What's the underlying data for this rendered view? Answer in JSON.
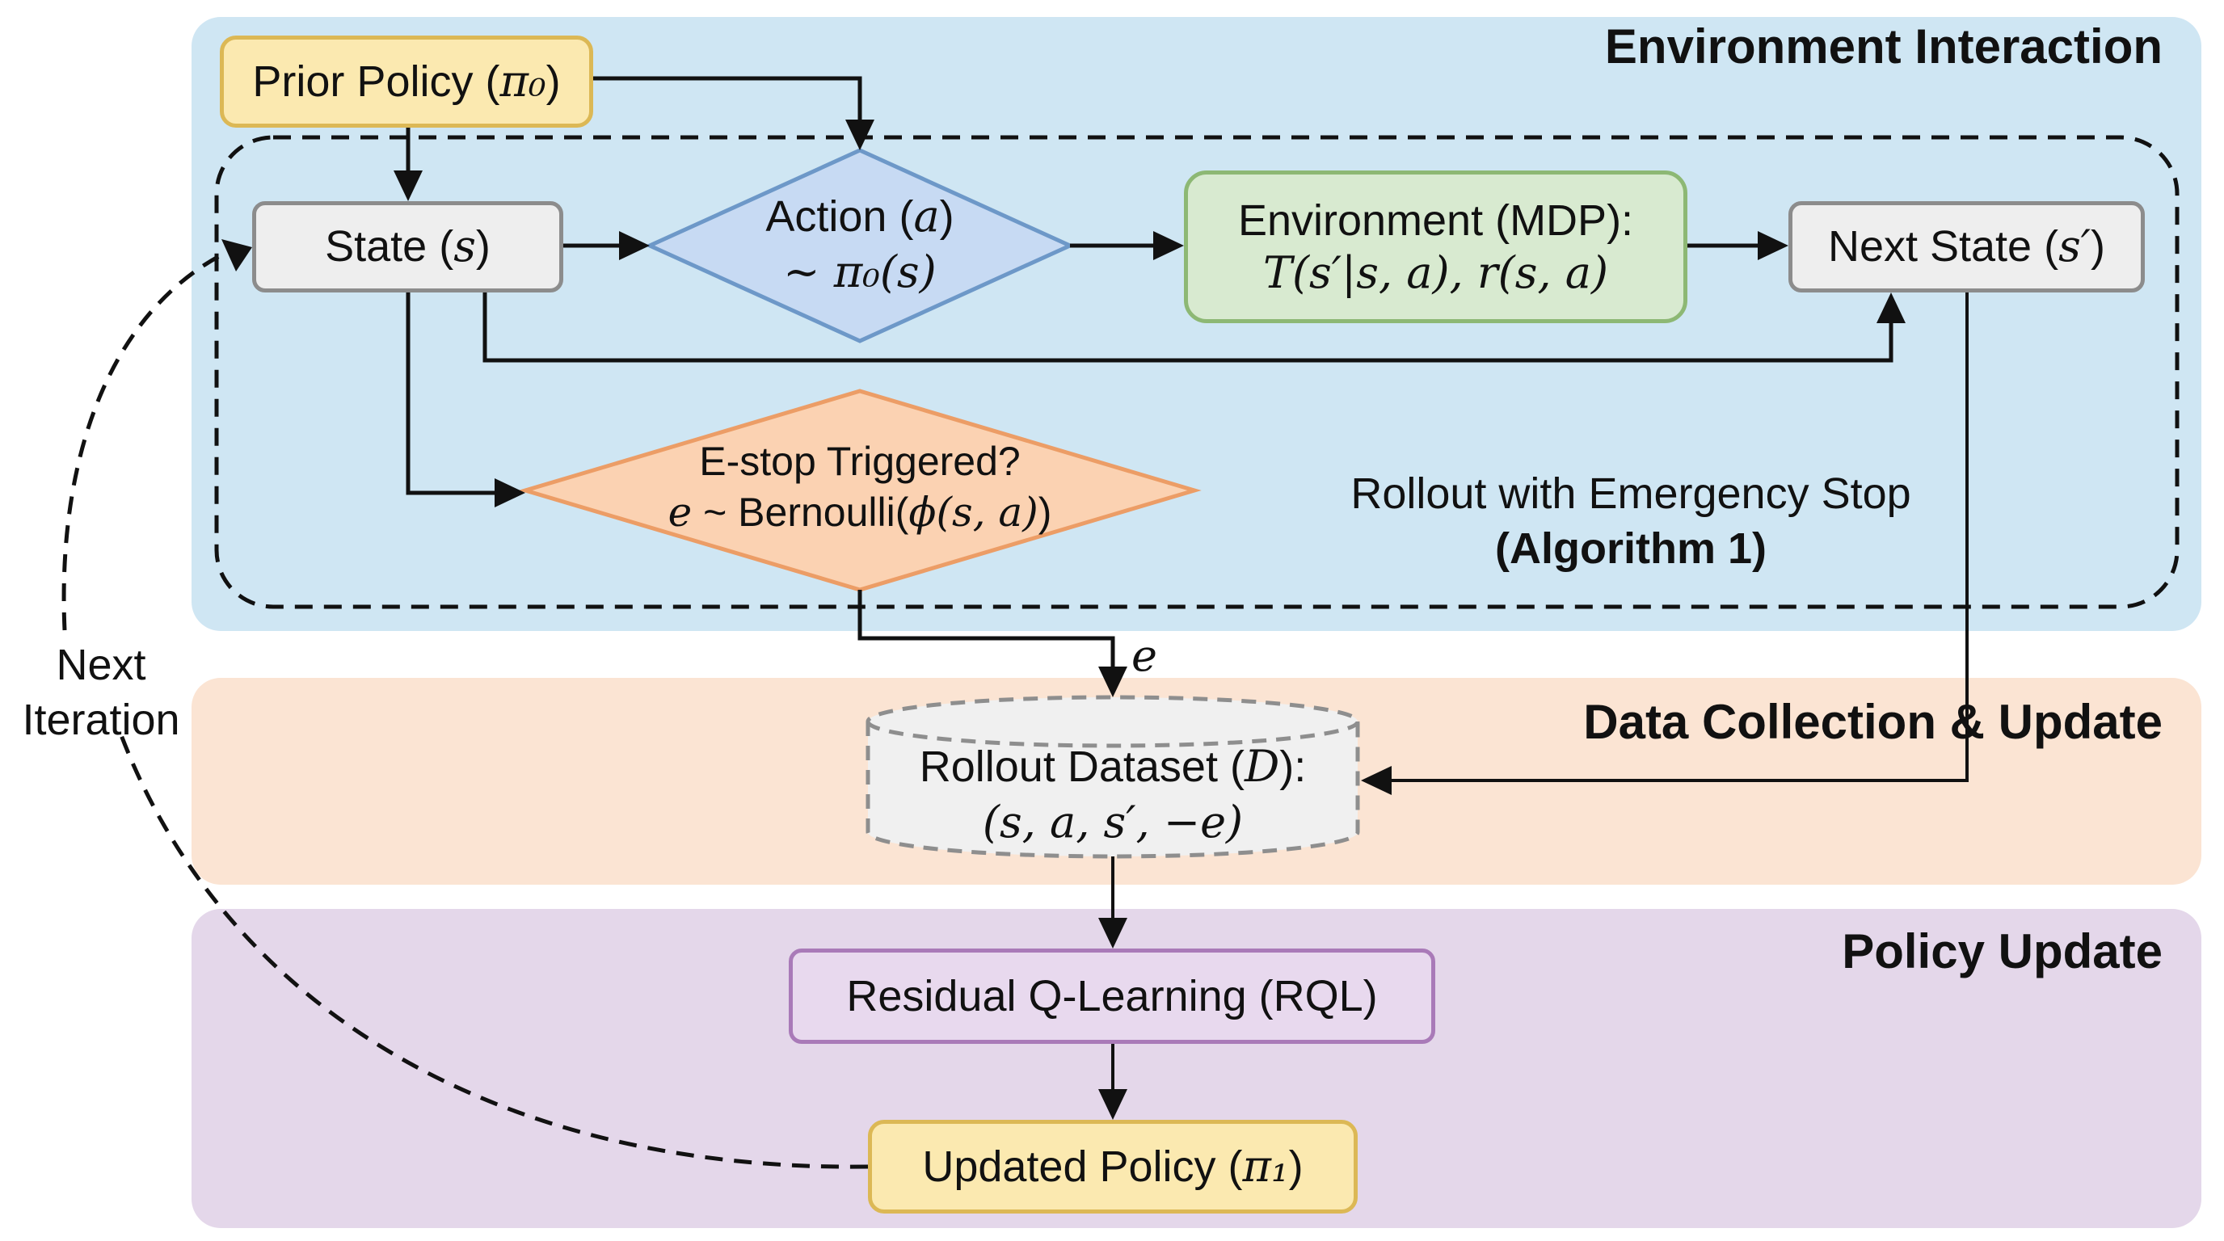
{
  "colors": {
    "env_panel": "#cfe6f3",
    "data_panel": "#fbe4d3",
    "policy_panel": "#e4d7ea",
    "prior_fill": "#fbe9b0",
    "prior_border": "#dcb855",
    "state_fill": "#eeeeee",
    "state_border": "#8c8c8c",
    "action_fill": "#c7daf3",
    "action_border": "#6d98c8",
    "env_fill": "#d8ead0",
    "env_border": "#8db874",
    "estop_fill": "#fbd2b2",
    "estop_border": "#ec9d66",
    "rql_fill": "#e8d9ee",
    "rql_border": "#a97ab8"
  },
  "panels": {
    "env_title": "Environment Interaction",
    "data_title": "Data Collection & Update",
    "policy_title": "Policy Update"
  },
  "nodes": {
    "prior_policy": {
      "text": "Prior Policy (",
      "math": "π₀",
      "close": ")"
    },
    "state": {
      "text": "State (",
      "math": "s",
      "close": ")"
    },
    "action": {
      "line1_text": "Action (",
      "line1_math": "a",
      "line1_close": ")",
      "line2_math": "~ π₀(s)"
    },
    "environment": {
      "line1": "Environment (MDP):",
      "line2_math": "T(s′|s, a), r(s, a)"
    },
    "next_state": {
      "text": "Next State (",
      "math": "s′",
      "close": ")"
    },
    "estop": {
      "line1": "E-stop Triggered?",
      "line2_math_a": "e",
      "line2_text": " ~ Bernoulli(",
      "line2_math_b": "ϕ(s, a)",
      "line2_close": ")"
    },
    "dataset": {
      "line1_text": "Rollout Dataset (",
      "line1_math": "D",
      "line1_close": "):",
      "line2_math": "(s, a, s′, −e)"
    },
    "rql": {
      "text": "Residual Q-Learning (RQL)"
    },
    "updated_policy": {
      "text": "Updated Policy (",
      "math": "π₁",
      "close": ")"
    }
  },
  "labels": {
    "rollout_line1": "Rollout with Emergency Stop",
    "rollout_line2": "(Algorithm 1)",
    "edge_e": "e",
    "next_iteration_line1": "Next",
    "next_iteration_line2": "Iteration"
  }
}
